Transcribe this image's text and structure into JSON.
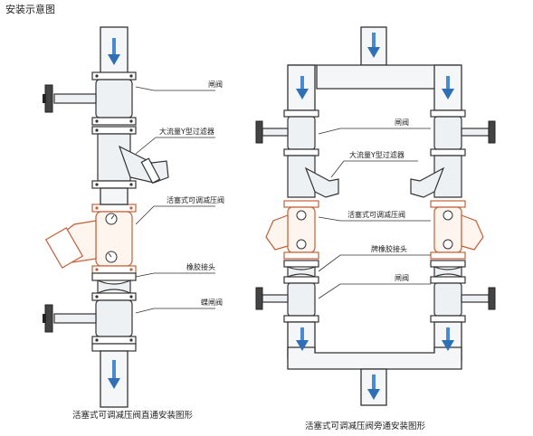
{
  "header": {
    "title": "安装示意图"
  },
  "left_diagram": {
    "caption": "活塞式可调减压阀直通安装图形",
    "callouts": [
      "闸阀",
      "大流量Y型过滤器",
      "活塞式可调减压阀",
      "橡胶接头",
      "蝶闸阀"
    ]
  },
  "right_diagram": {
    "caption": "活塞式可调减压阀旁通安装图形",
    "callouts": [
      "闸阀",
      "大流量Y型过滤器",
      "活塞式可调减压阀",
      "牌橡胶接头",
      "闸阀"
    ]
  },
  "colors": {
    "pipe_outline": "#333333",
    "flow_arrow": "#2f6fb5",
    "reducer_accent": "#c0603a"
  },
  "icons": [
    "down-arrow-icon",
    "handwheel-icon",
    "pressure-gauge-icon"
  ]
}
